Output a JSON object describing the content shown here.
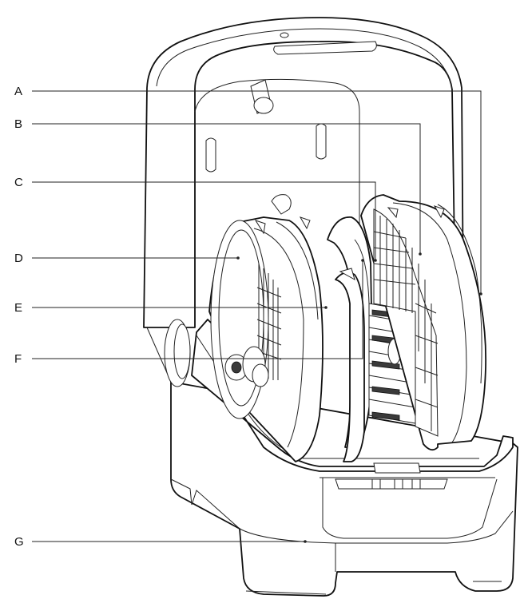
{
  "callouts": [
    {
      "key": "A",
      "text": "A"
    },
    {
      "key": "B",
      "text": "B"
    },
    {
      "key": "C",
      "text": "C"
    },
    {
      "key": "D",
      "text": "D"
    },
    {
      "key": "E",
      "text": "E"
    },
    {
      "key": "F",
      "text": "F"
    },
    {
      "key": "G",
      "text": "G"
    }
  ]
}
